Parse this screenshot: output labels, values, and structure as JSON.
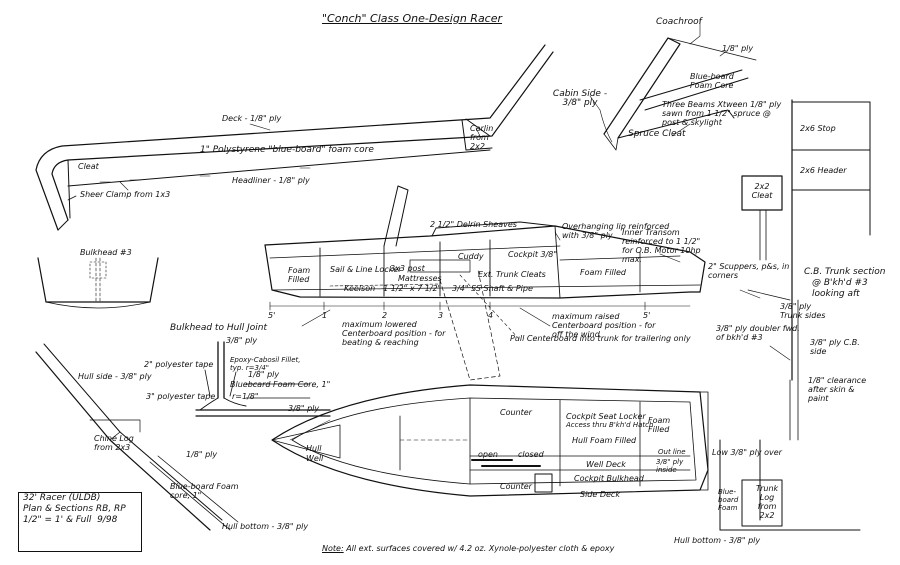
{
  "title": "\"Conch\" Class One-Design Racer",
  "note": {
    "prefix": "Note:",
    "text": "All ext. surfaces covered w/ 4.2 oz. Xynole-polyester cloth & epoxy"
  },
  "title_block": {
    "line1": "32' Racer (ULDB)",
    "line2": "Plan & Sections",
    "initials": "RB, RP",
    "line3": "1/2\" = 1' & Full",
    "date": "9/98"
  },
  "section_labels": {
    "deck": "Deck - 1/8\" ply",
    "foam_core": "1\" Polystyrene \"blue-board\" foam core",
    "carlin": "Carlin from 2x2",
    "cleat": "Cleat",
    "headliner": "Headliner - 1/8\" ply",
    "sheer_clamp": "Sheer Clamp from 1x3",
    "bulkhead_num": "Bulkhead #3",
    "cabin_side": "Cabin Side - 3/8\" ply",
    "coachroof": "Coachroof",
    "coach_ply": "1/8\" ply",
    "coach_foam": "Blue-board Foam Core",
    "beams": "Three Beams Xtween 1/8\" ply sawn from 1 1/2\" spruce @ post & skylight",
    "spruce_cleat": "Spruce Cleat",
    "stop": "2x6 Stop",
    "header": "2x6 Header",
    "cleat2": "2x2 Cleat"
  },
  "profile_labels": {
    "delrin": "2 1/2\" Delrin Sheaves",
    "overhang": "Overhanging lip reinforced with 3/8\" ply",
    "transom": "Inner Transom reinforced to 1 1/2\" for O.B. Motor 10hp max.",
    "scuppers": "2\" Scuppers, p&s, in corners",
    "sail_locker": "Sail & Line Locker",
    "post": "3x3 post",
    "mattresses": "Mattresses",
    "foam_filled": "Foam Filled",
    "foam_filled2": "Foam Filled",
    "keelson": "Keelson - 1 1/2\" x 7 1/2\"",
    "shaft": "3/4\" SS Shaft & Pipe",
    "trunk_cleats": "Ext. Trunk Cleats",
    "cuddy": "Cuddy",
    "cockpit": "Cockpit 3/8\"",
    "lowered": "maximum lowered Centerboard position - for beating & reaching",
    "raised": "maximum raised Centerboard position - for off the wind",
    "pull": "Pull Centerboard into trunk for trailering only",
    "station_labels": [
      "5'",
      "1",
      "2",
      "3",
      "4",
      "5'"
    ]
  },
  "joint_labels": {
    "title": "Bulkhead to Hull Joint",
    "ply": "3/8\" ply",
    "tape2": "2\" polyester tape",
    "tape3": "3\" polyester tape",
    "epoxy": "Epoxy-Cabosil Fillet, typ. r=3/4\"",
    "eighth": "1/8\" ply",
    "bb_core": "Bluebcard Foam Core, 1\"",
    "r": "r=1/8\"",
    "ply38": "3/8\" ply"
  },
  "hull_labels": {
    "hull_side": "Hull side - 3/8\" ply",
    "chine": "Chine Log from 2x3",
    "ply18": "1/8\" ply",
    "blue_board": "Blue-board Foam core, 1\"",
    "hull_bottom": "Hull bottom - 3/8\" ply"
  },
  "plan_labels": {
    "counter_top": "Counter",
    "counter_bottom": "Counter",
    "seat_locker": "Cockpit Seat Locker",
    "access": "Access thru B'kh'd Hatch",
    "hull_foam": "Hull Foam Filled",
    "foam_filled": "Foam Filled",
    "open": "open",
    "closed": "closed",
    "well_deck": "Well Deck",
    "bulkhead": "Cockpit Bulkhead",
    "side_deck": "Side Deck",
    "well": "Well",
    "hull": "Hull",
    "outline": "Out line",
    "ply_inside": "3/8\" ply inside",
    "low_ply": "Low 3/8\" ply over",
    "trunk_log": "Trunk Log from 2x2",
    "bb_foam": "Blue-board Foam",
    "hull_bottom2": "Hull bottom - 3/8\" ply"
  },
  "trunk_labels": {
    "title": "C.B. Trunk section",
    "at": "@ B'kh'd #3",
    "looking": "looking aft",
    "ply_sides": "3/8\" ply Trunk sides",
    "doubler": "3/8\" ply doubler fwd. of bkh'd #3",
    "cb_side": "3/8\" ply C.B. side",
    "clearance": "1/8\" clearance after skin & paint"
  }
}
